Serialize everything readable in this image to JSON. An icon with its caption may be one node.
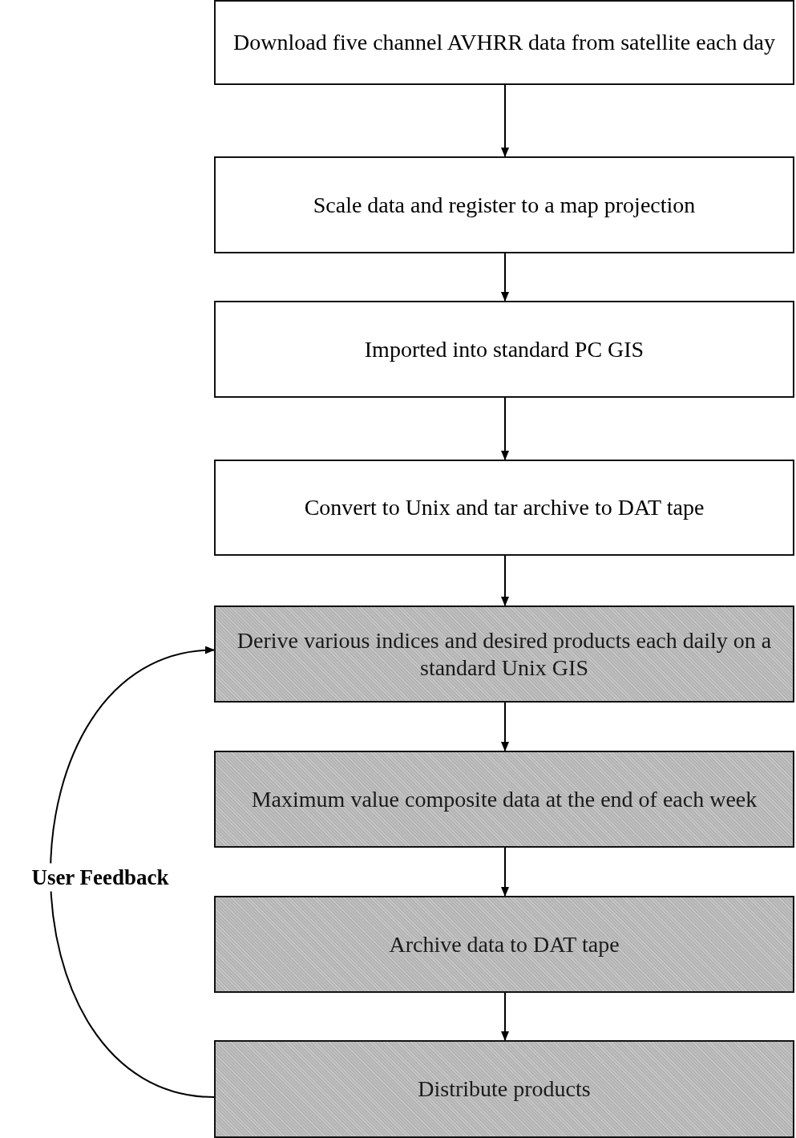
{
  "diagram": {
    "nodes": [
      {
        "text": [
          "Download five channel AVHRR data from satellite each day"
        ]
      },
      {
        "text": [
          "Scale data and register to a map projection"
        ]
      },
      {
        "text": [
          "Imported into standard PC GIS"
        ]
      },
      {
        "text": [
          "Convert to Unix and tar archive to DAT tape"
        ]
      },
      {
        "text": [
          "Derive various indices and desired products each daily on a standard Unix GIS"
        ]
      },
      {
        "text": [
          "Maximum value composite data at the end of each week"
        ]
      },
      {
        "text": [
          "Archive data to DAT tape"
        ]
      },
      {
        "text": [
          "Distribute products"
        ]
      }
    ],
    "edges": [
      {
        "from": 0,
        "to": 1,
        "arrow": "to"
      },
      {
        "from": 1,
        "to": 2,
        "arrow": "to"
      },
      {
        "from": 2,
        "to": 3,
        "arrow": "to"
      },
      {
        "from": 3,
        "to": 4,
        "arrow": "to"
      },
      {
        "from": 4,
        "to": 5,
        "arrow": "to"
      },
      {
        "from": 5,
        "to": 6,
        "arrow": "to"
      },
      {
        "from": 6,
        "to": 7,
        "arrow": "to"
      },
      {
        "from": 7,
        "to": 4,
        "arrow": "to",
        "label": "User Feedback"
      }
    ]
  }
}
